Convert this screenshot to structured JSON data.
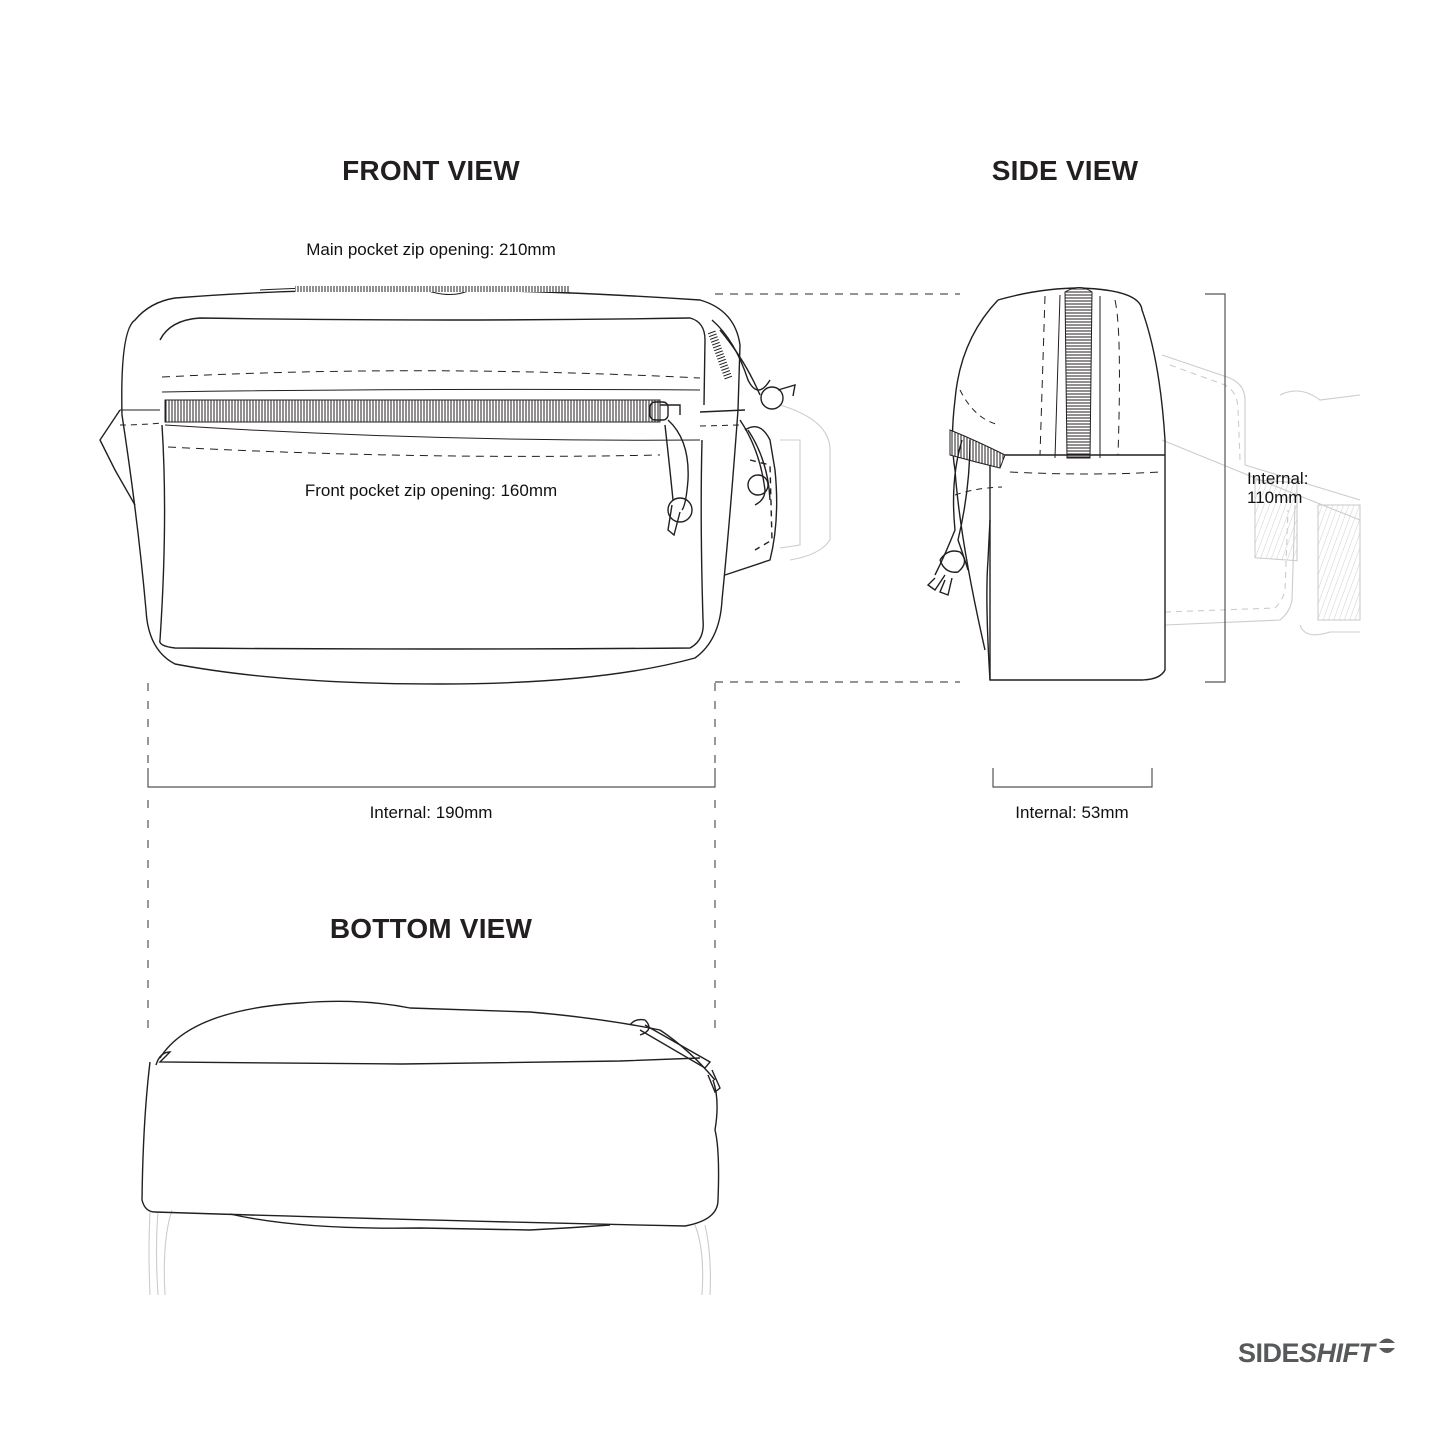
{
  "sections": {
    "front_view": {
      "title": "FRONT VIEW"
    },
    "side_view": {
      "title": "SIDE VIEW"
    },
    "bottom_view": {
      "title": "BOTTOM VIEW"
    }
  },
  "annotations": {
    "main_pocket_zip": "Main pocket zip opening: 210mm",
    "front_pocket_zip": "Front pocket zip opening: 160mm",
    "internal_width": "Internal: 190mm",
    "internal_depth": "Internal: 53mm",
    "internal_height_line1": "Internal:",
    "internal_height_line2": "110mm"
  },
  "dimensions": {
    "main_pocket_zip_mm": 210,
    "front_pocket_zip_mm": 160,
    "internal_width_mm": 190,
    "internal_depth_mm": 53,
    "internal_height_mm": 110
  },
  "brand": {
    "logo_part1": "SIDE",
    "logo_part2": "SHIFT",
    "color": "#58595b"
  },
  "colors": {
    "line": "#231f20",
    "ghost_line": "#c8c8c8",
    "dimension_line": "#555555"
  }
}
